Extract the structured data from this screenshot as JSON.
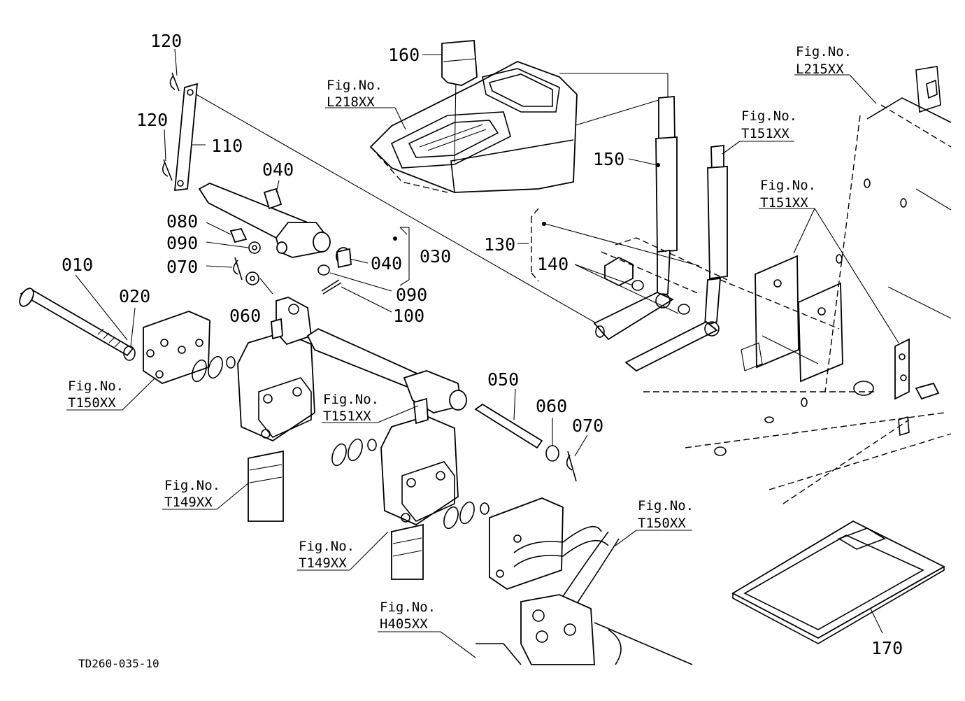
{
  "diagram_code": "TD260-035-10",
  "parts": [
    {
      "id": "p010",
      "number": "010"
    },
    {
      "id": "p020",
      "number": "020"
    },
    {
      "id": "p030",
      "number": "030"
    },
    {
      "id": "p040a",
      "number": "040"
    },
    {
      "id": "p040b",
      "number": "040"
    },
    {
      "id": "p050",
      "number": "050"
    },
    {
      "id": "p060a",
      "number": "060"
    },
    {
      "id": "p060b",
      "number": "060"
    },
    {
      "id": "p070a",
      "number": "070"
    },
    {
      "id": "p070b",
      "number": "070"
    },
    {
      "id": "p080",
      "number": "080"
    },
    {
      "id": "p090a",
      "number": "090"
    },
    {
      "id": "p090b",
      "number": "090"
    },
    {
      "id": "p100",
      "number": "100"
    },
    {
      "id": "p110",
      "number": "110"
    },
    {
      "id": "p120a",
      "number": "120"
    },
    {
      "id": "p120b",
      "number": "120"
    },
    {
      "id": "p130",
      "number": "130"
    },
    {
      "id": "p140",
      "number": "140"
    },
    {
      "id": "p150",
      "number": "150"
    },
    {
      "id": "p160",
      "number": "160"
    },
    {
      "id": "p170",
      "number": "170"
    }
  ],
  "figure_refs": [
    {
      "id": "r1",
      "label": "Fig.No.",
      "code": "L218XX"
    },
    {
      "id": "r2",
      "label": "Fig.No.",
      "code": "L215XX"
    },
    {
      "id": "r3",
      "label": "Fig.No.",
      "code": "T151XX"
    },
    {
      "id": "r4",
      "label": "Fig.No.",
      "code": "T151XX"
    },
    {
      "id": "r5",
      "label": "Fig.No.",
      "code": "T150XX"
    },
    {
      "id": "r6",
      "label": "Fig.No.",
      "code": "T151XX"
    },
    {
      "id": "r7",
      "label": "Fig.No.",
      "code": "T149XX"
    },
    {
      "id": "r8",
      "label": "Fig.No.",
      "code": "T149XX"
    },
    {
      "id": "r9",
      "label": "Fig.No.",
      "code": "T150XX"
    },
    {
      "id": "r10",
      "label": "Fig.No.",
      "code": "H405XX"
    }
  ]
}
